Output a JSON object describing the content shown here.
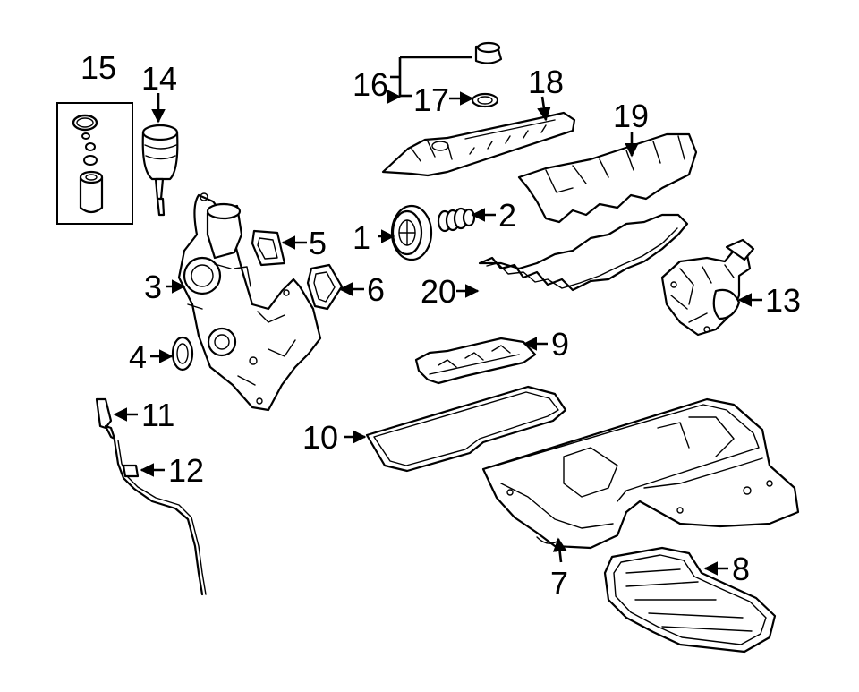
{
  "diagram": {
    "background": "#ffffff",
    "line_color": "#000000",
    "callouts": [
      {
        "id": "1",
        "text": "1"
      },
      {
        "id": "2",
        "text": "2"
      },
      {
        "id": "3",
        "text": "3"
      },
      {
        "id": "4",
        "text": "4"
      },
      {
        "id": "5",
        "text": "5"
      },
      {
        "id": "6",
        "text": "6"
      },
      {
        "id": "7",
        "text": "7"
      },
      {
        "id": "8",
        "text": "8"
      },
      {
        "id": "9",
        "text": "9"
      },
      {
        "id": "10",
        "text": "10"
      },
      {
        "id": "11",
        "text": "11"
      },
      {
        "id": "12",
        "text": "12"
      },
      {
        "id": "13",
        "text": "13"
      },
      {
        "id": "14",
        "text": "14"
      },
      {
        "id": "15",
        "text": "15"
      },
      {
        "id": "16",
        "text": "16"
      },
      {
        "id": "17",
        "text": "17"
      },
      {
        "id": "18",
        "text": "18"
      },
      {
        "id": "19",
        "text": "19"
      },
      {
        "id": "20",
        "text": "20"
      }
    ]
  }
}
